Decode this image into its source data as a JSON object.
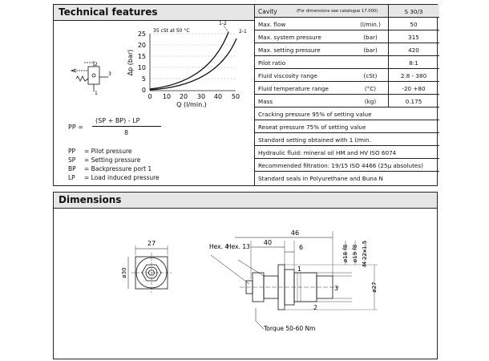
{
  "technical": {
    "title": "Technical features",
    "chart": {
      "ylabel": "Δp (bar)",
      "xlabel": "Q (l/min.)",
      "annotation": "35 cSt at 50 °C",
      "y_ticks": [
        "25",
        "20",
        "15",
        "10",
        "5",
        "0"
      ],
      "x_ticks": [
        "0",
        "10",
        "20",
        "30",
        "40",
        "50"
      ],
      "curve_labels": [
        "1-2",
        "2-1"
      ]
    },
    "formula": {
      "lhs": "PP =",
      "numerator": "(SP + BP) - LP",
      "denominator": "8"
    },
    "legend": [
      {
        "abbr": "PP",
        "text": "= Pilot pressure"
      },
      {
        "abbr": "SP",
        "text": "= Setting pressure"
      },
      {
        "abbr": "BP",
        "text": "= Backpressure port 1"
      },
      {
        "abbr": "LP",
        "text": "= Load induced pressure"
      }
    ],
    "spec_header": {
      "label": "Cavity",
      "note": "(For dimensions see catalogue 17.000)",
      "value": "S 30/3"
    },
    "specs": [
      {
        "label": "Max. flow",
        "unit": "(l/min.)",
        "value": "50"
      },
      {
        "label": "Max. system pressure",
        "unit": "(bar)",
        "value": "315"
      },
      {
        "label": "Max. setting pressure",
        "unit": "(bar)",
        "value": "420"
      },
      {
        "label": "Pilot ratio",
        "unit": "",
        "value": "8:1"
      },
      {
        "label": "Fluid viscosity range",
        "unit": "(cSt)",
        "value": "2.8 - 380"
      },
      {
        "label": "Fluid temperature range",
        "unit": "(°C)",
        "value": "-20 +80"
      },
      {
        "label": "Mass",
        "unit": "(kg)",
        "value": "0.175"
      }
    ],
    "notes": [
      "Cracking pressure 95% of setting value",
      "Reseat pressure 75% of setting value",
      "Standard setting obtained with 1 l/min.",
      "Hydraulic fluid: mineral oil HM and HV    ISO 6074",
      "Recommended filtration: 19/15 ISO 4466 (25μ absolutes)",
      "Standard seals in Polyurethane and Buna N"
    ]
  },
  "dimensions": {
    "title": "Dimensions",
    "front": {
      "width": "27",
      "diameter": "ø30"
    },
    "side": {
      "hex4": "Hex. 4",
      "hex13": "Hex. 13",
      "d40": "40",
      "d46": "46",
      "d6": "6",
      "port1": "1",
      "port2": "2",
      "port3": "3",
      "phi18": "ø18 f8",
      "phi19": "ø19 f8",
      "thread": "M 22x1.5",
      "phi27": "ø27",
      "torque": "Torque 50-60 Nm"
    }
  }
}
